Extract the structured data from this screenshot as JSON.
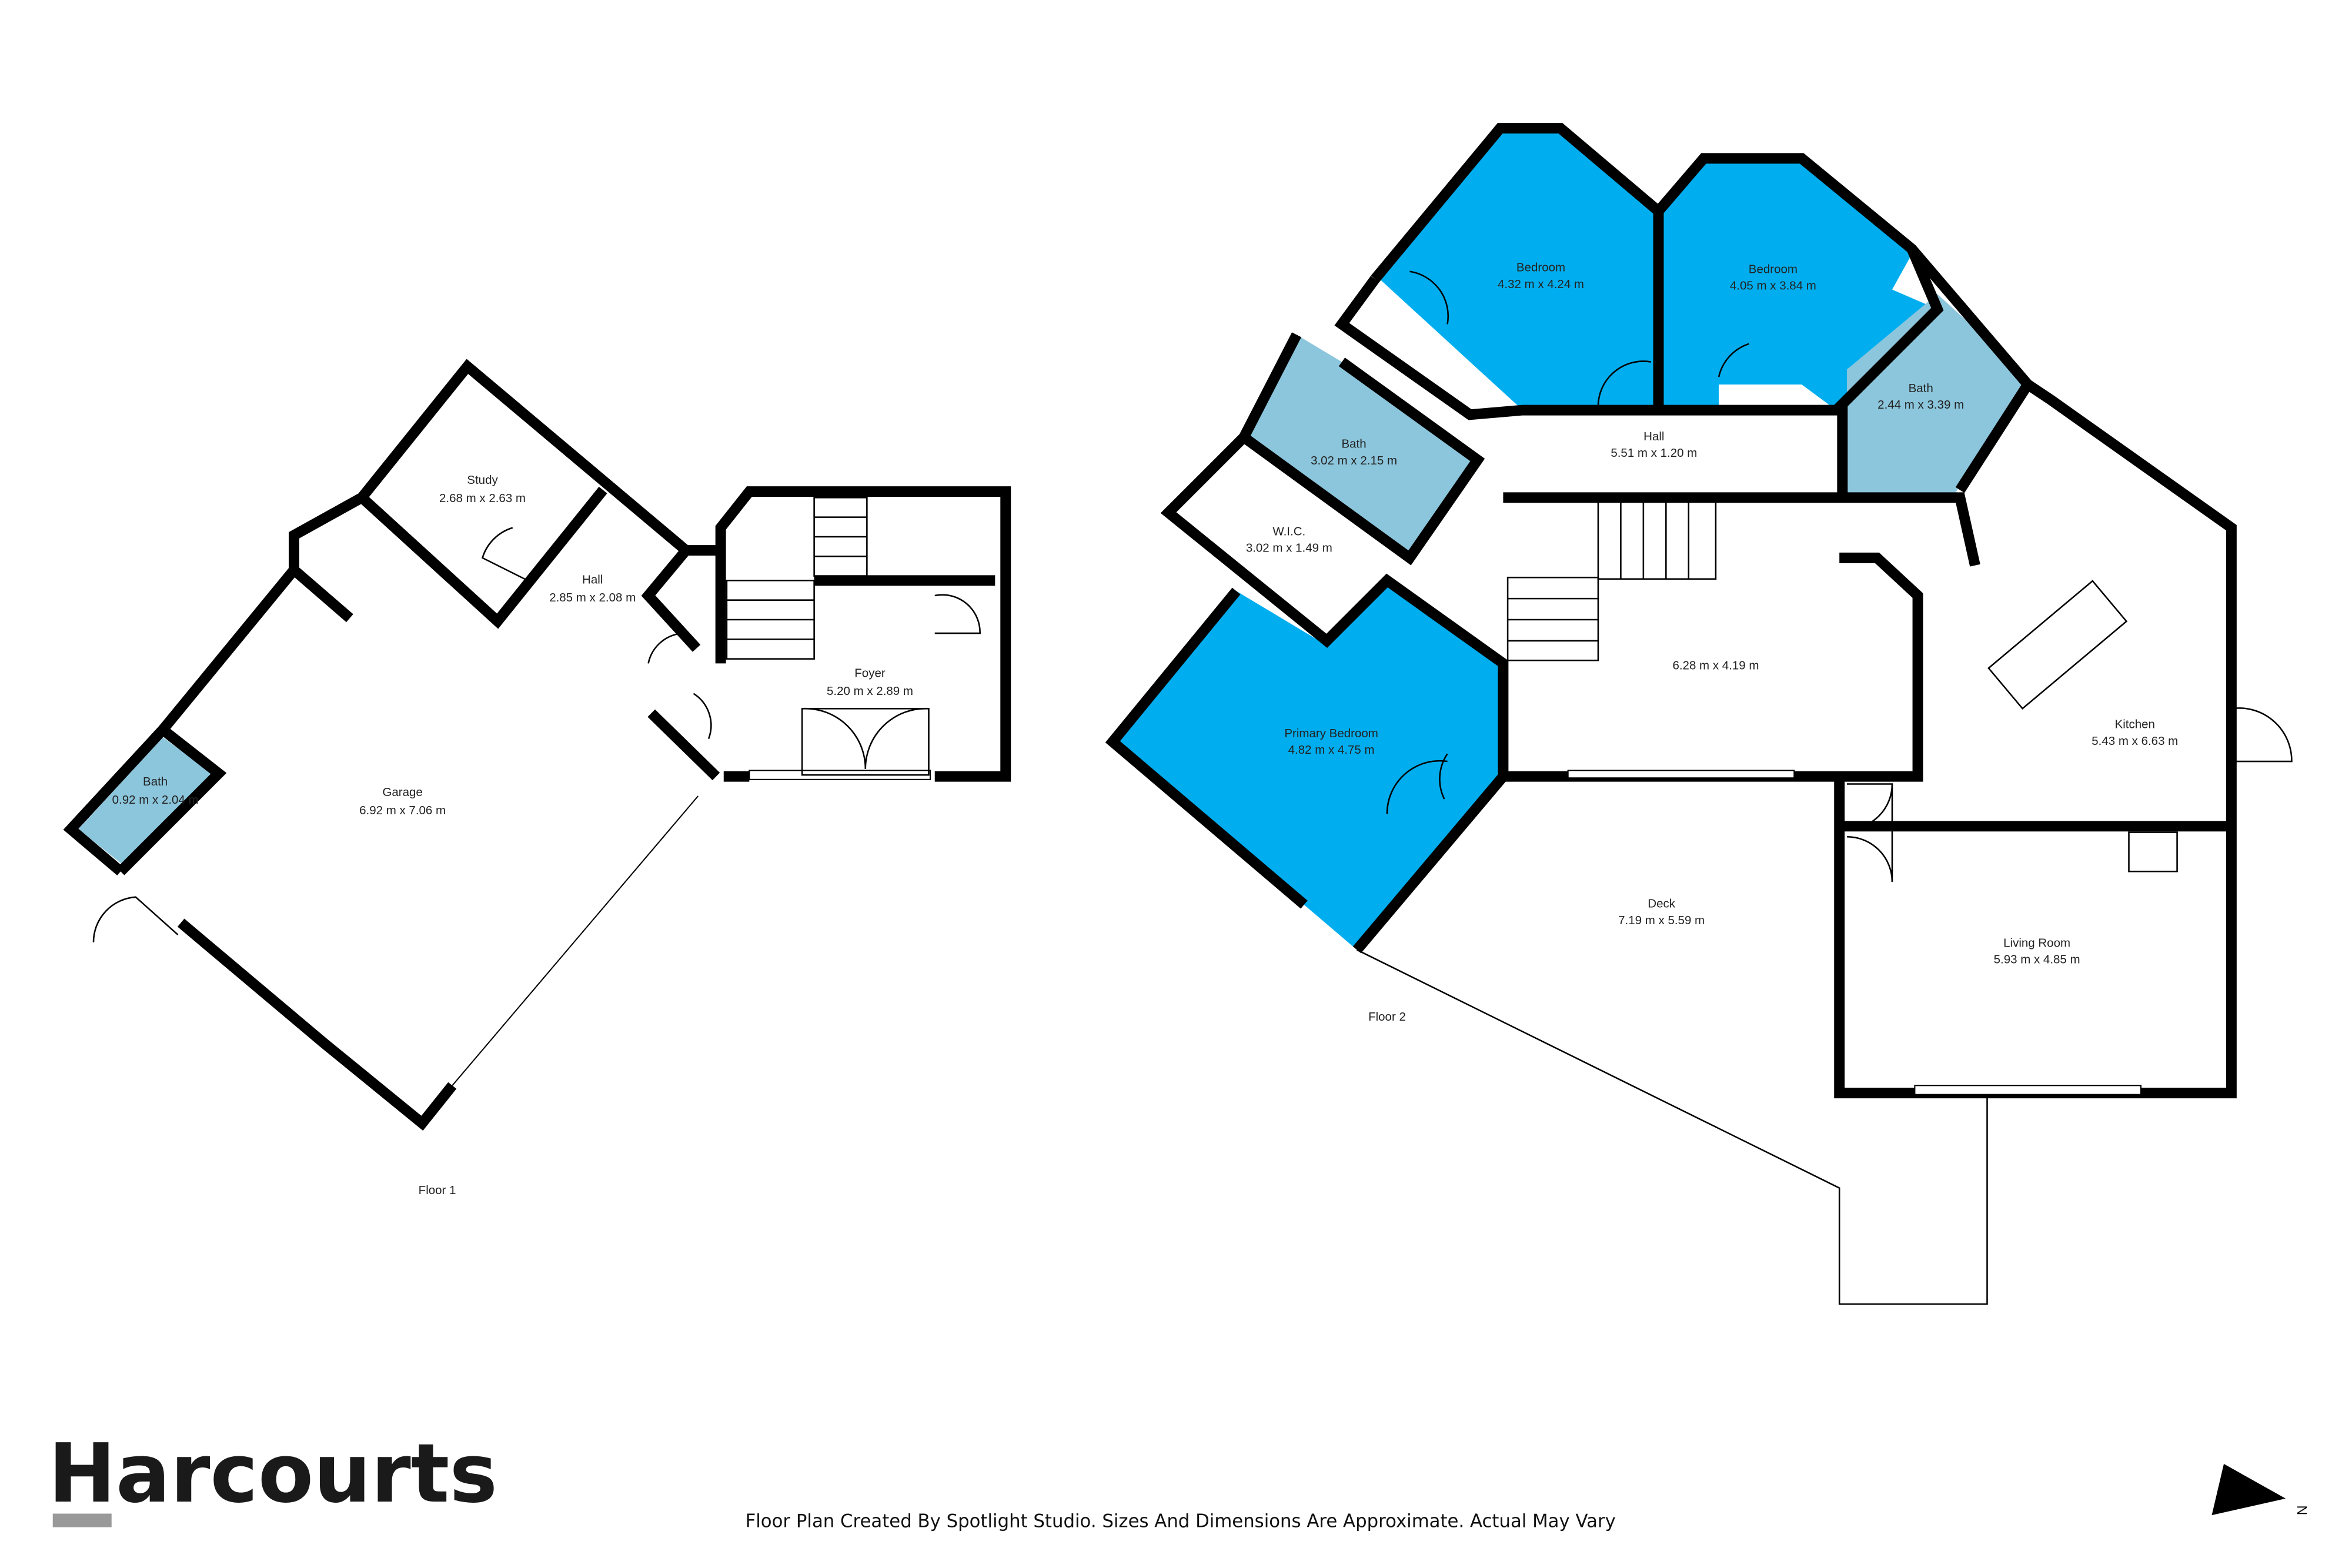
{
  "colors": {
    "bedroom": "#00AEEF",
    "bath": "#8CC6DC",
    "wall": "#000000",
    "logo_bar": "#999999"
  },
  "floor1": {
    "label": "Floor 1",
    "rooms": [
      {
        "name": "Study",
        "size": "2.68 m x 2.63 m"
      },
      {
        "name": "Hall",
        "size": "2.85 m x 2.08 m"
      },
      {
        "name": "Foyer",
        "size": "5.20 m x 2.89 m"
      },
      {
        "name": "Garage",
        "size": "6.92 m x 7.06 m"
      },
      {
        "name": "Bath",
        "size": "0.92 m x 2.04 m"
      }
    ]
  },
  "floor2": {
    "label": "Floor 2",
    "rooms": [
      {
        "name": "Bedroom",
        "size": "4.32 m x 4.24 m"
      },
      {
        "name": "Bedroom",
        "size": "4.05 m x 3.84 m"
      },
      {
        "name": "Bath",
        "size": "3.02 m x 2.15 m"
      },
      {
        "name": "Hall",
        "size": "5.51 m x 1.20 m"
      },
      {
        "name": "Bath",
        "size": "2.44 m x 3.39 m"
      },
      {
        "name": "W.I.C.",
        "size": "3.02 m x 1.49 m"
      },
      {
        "name": "",
        "size": "6.28 m x 4.19 m"
      },
      {
        "name": "Kitchen",
        "size": "5.43 m x 6.63 m"
      },
      {
        "name": "Primary Bedroom",
        "size": "4.82 m x 4.75 m"
      },
      {
        "name": "Deck",
        "size": "7.19 m x 5.59 m"
      },
      {
        "name": "Living Room",
        "size": "5.93 m x 4.85 m"
      }
    ]
  },
  "footer": {
    "brand": "Harcourts",
    "disclaimer": "Floor Plan Created By Spotlight Studio. Sizes And Dimensions Are Approximate. Actual May Vary",
    "north_label": "N"
  }
}
